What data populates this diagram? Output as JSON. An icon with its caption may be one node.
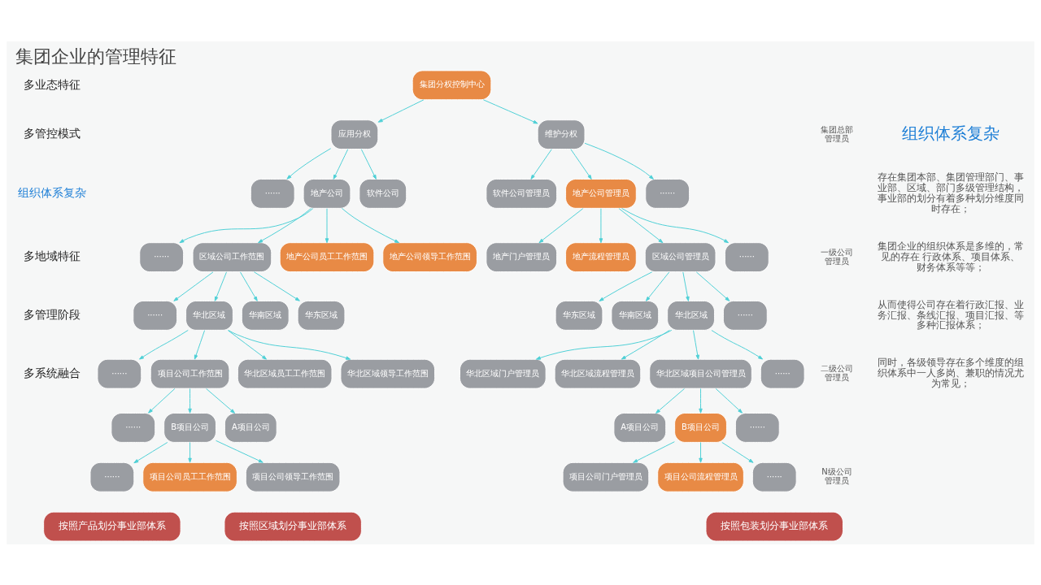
{
  "diagram": {
    "title": "集团企业的管理特征",
    "nodes": [
      {
        "text": [
          "集团分权控制中心"
        ]
      },
      {
        "text": [
          "应用分权"
        ]
      },
      {
        "text": [
          "维护分权"
        ]
      },
      {
        "text": [
          "······"
        ]
      },
      {
        "text": [
          "地产公司"
        ]
      },
      {
        "text": [
          "软件公司"
        ]
      },
      {
        "text": [
          "软件公司管理员"
        ]
      },
      {
        "text": [
          "地产公司管理员"
        ]
      },
      {
        "text": [
          "······"
        ]
      },
      {
        "text": [
          "······"
        ]
      },
      {
        "text": [
          "区域公司工作范围"
        ]
      },
      {
        "text": [
          "地产公司员工工作范围"
        ]
      },
      {
        "text": [
          "地产公司领导工作范围"
        ]
      },
      {
        "text": [
          "地产门户管理员"
        ]
      },
      {
        "text": [
          "地产流程管理员"
        ]
      },
      {
        "text": [
          "区域公司管理员"
        ]
      },
      {
        "text": [
          "······"
        ]
      },
      {
        "text": [
          "······"
        ]
      },
      {
        "text": [
          "华北区域"
        ]
      },
      {
        "text": [
          "华南区域"
        ]
      },
      {
        "text": [
          "华东区域"
        ]
      },
      {
        "text": [
          "华东区域"
        ]
      },
      {
        "text": [
          "华南区域"
        ]
      },
      {
        "text": [
          "华北区域"
        ]
      },
      {
        "text": [
          "······"
        ]
      },
      {
        "text": [
          "······"
        ]
      },
      {
        "text": [
          "项目公司工作范围"
        ]
      },
      {
        "text": [
          "华北区域员工工作范围"
        ]
      },
      {
        "text": [
          "华北区域领导工作范围"
        ]
      },
      {
        "text": [
          "华北区域门户管理员"
        ]
      },
      {
        "text": [
          "华北区域流程管理员"
        ]
      },
      {
        "text": [
          "华北区域项目公司管理员"
        ]
      },
      {
        "text": [
          "······"
        ]
      },
      {
        "text": [
          "······"
        ]
      },
      {
        "text": [
          "B项目公司"
        ]
      },
      {
        "text": [
          "A项目公司"
        ]
      },
      {
        "text": [
          "A项目公司"
        ]
      },
      {
        "text": [
          "B项目公司"
        ]
      },
      {
        "text": [
          "······"
        ]
      },
      {
        "text": [
          "······"
        ]
      },
      {
        "text": [
          "项目公司员工工作范围"
        ]
      },
      {
        "text": [
          "项目公司领导工作范围"
        ]
      },
      {
        "text": [
          "项目公司门户管理员"
        ]
      },
      {
        "text": [
          "项目公司流程管理员"
        ]
      },
      {
        "text": [
          "······"
        ]
      },
      {
        "text": [
          "按照产品划分事业部体系"
        ]
      },
      {
        "text": [
          "按照区域划分事业部体系"
        ]
      },
      {
        "text": [
          "按照包装划分事业部体系"
        ]
      }
    ],
    "edges": [
      {
        "from": 0,
        "to": 1,
        "arrow": "to"
      },
      {
        "from": 0,
        "to": 2,
        "arrow": "to"
      },
      {
        "from": 1,
        "to": 3,
        "arrow": "to"
      },
      {
        "from": 1,
        "to": 4,
        "arrow": "to"
      },
      {
        "from": 1,
        "to": 5,
        "arrow": "to"
      },
      {
        "from": 2,
        "to": 6,
        "arrow": "to"
      },
      {
        "from": 2,
        "to": 7,
        "arrow": "to"
      },
      {
        "from": 2,
        "to": 8,
        "arrow": "to"
      },
      {
        "from": 4,
        "to": 9,
        "arrow": "to"
      },
      {
        "from": 4,
        "to": 10,
        "arrow": "to"
      },
      {
        "from": 4,
        "to": 11,
        "arrow": "to"
      },
      {
        "from": 4,
        "to": 12,
        "arrow": "to"
      },
      {
        "from": 7,
        "to": 13,
        "arrow": "to"
      },
      {
        "from": 7,
        "to": 14,
        "arrow": "to"
      },
      {
        "from": 7,
        "to": 15,
        "arrow": "to"
      },
      {
        "from": 7,
        "to": 16,
        "arrow": "to"
      },
      {
        "from": 10,
        "to": 17,
        "arrow": "to"
      },
      {
        "from": 10,
        "to": 18,
        "arrow": "to"
      },
      {
        "from": 10,
        "to": 19,
        "arrow": "to"
      },
      {
        "from": 10,
        "to": 20,
        "arrow": "to"
      },
      {
        "from": 15,
        "to": 21,
        "arrow": "to"
      },
      {
        "from": 15,
        "to": 22,
        "arrow": "to"
      },
      {
        "from": 15,
        "to": 23,
        "arrow": "to"
      },
      {
        "from": 15,
        "to": 24,
        "arrow": "to"
      },
      {
        "from": 18,
        "to": 25,
        "arrow": "to"
      },
      {
        "from": 18,
        "to": 26,
        "arrow": "to"
      },
      {
        "from": 18,
        "to": 27,
        "arrow": "to"
      },
      {
        "from": 18,
        "to": 28,
        "arrow": "to"
      },
      {
        "from": 23,
        "to": 29,
        "arrow": "to"
      },
      {
        "from": 23,
        "to": 30,
        "arrow": "to"
      },
      {
        "from": 23,
        "to": 31,
        "arrow": "to"
      },
      {
        "from": 23,
        "to": 32,
        "arrow": "to"
      },
      {
        "from": 26,
        "to": 33,
        "arrow": "to"
      },
      {
        "from": 26,
        "to": 34,
        "arrow": "to"
      },
      {
        "from": 26,
        "to": 35,
        "arrow": "to"
      },
      {
        "from": 31,
        "to": 36,
        "arrow": "to"
      },
      {
        "from": 31,
        "to": 37,
        "arrow": "to"
      },
      {
        "from": 31,
        "to": 38,
        "arrow": "to"
      },
      {
        "from": 34,
        "to": 39,
        "arrow": "to"
      },
      {
        "from": 34,
        "to": 40,
        "arrow": "to"
      },
      {
        "from": 34,
        "to": 41,
        "arrow": "to"
      },
      {
        "from": 37,
        "to": 42,
        "arrow": "to"
      },
      {
        "from": 37,
        "to": 43,
        "arrow": "to"
      },
      {
        "from": 37,
        "to": 44,
        "arrow": "to"
      }
    ],
    "labels": [
      "多业态特征",
      "多管控模式",
      "组织体系复杂",
      "多地域特征",
      "多管理阶段",
      "多系统融合",
      "集团总部管理员",
      "一级公司管理员",
      "二级公司管理员",
      "N级公司管理员",
      "组织体系复杂",
      "存在集团本部、集团管理部门、事业部、区域、部门多级管理结构，事业部的划分有着多种划分维度同时存在；",
      "集团企业的组织体系是多维的，常见的存在 行政体系、项目体系、财务体系等等；",
      "从而使得公司存在着行政汇报、业务汇报、条线汇报、项目汇报、等多种汇报体系；",
      "同时，各级领导存在多个维度的组织体系中一人多岗、兼职的情况尤为常见；"
    ]
  }
}
